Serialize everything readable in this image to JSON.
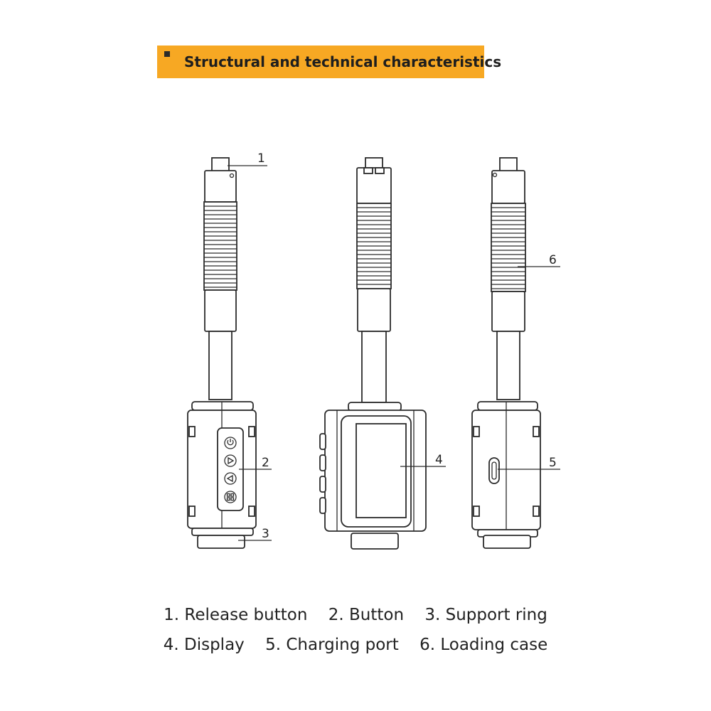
{
  "banner": {
    "title": "Structural and technical characteristics",
    "accent_color": "#f7a823"
  },
  "callouts": [
    "1",
    "2",
    "3",
    "4",
    "5",
    "6"
  ],
  "button_icons": [
    "power-icon",
    "play-right-icon",
    "play-left-icon",
    "grid-menu-icon"
  ],
  "legend": {
    "line1": [
      "1. Release button",
      "2. Button",
      "3. Support ring"
    ],
    "line2": [
      "4. Display",
      "5. Charging port",
      "6. Loading case"
    ]
  }
}
